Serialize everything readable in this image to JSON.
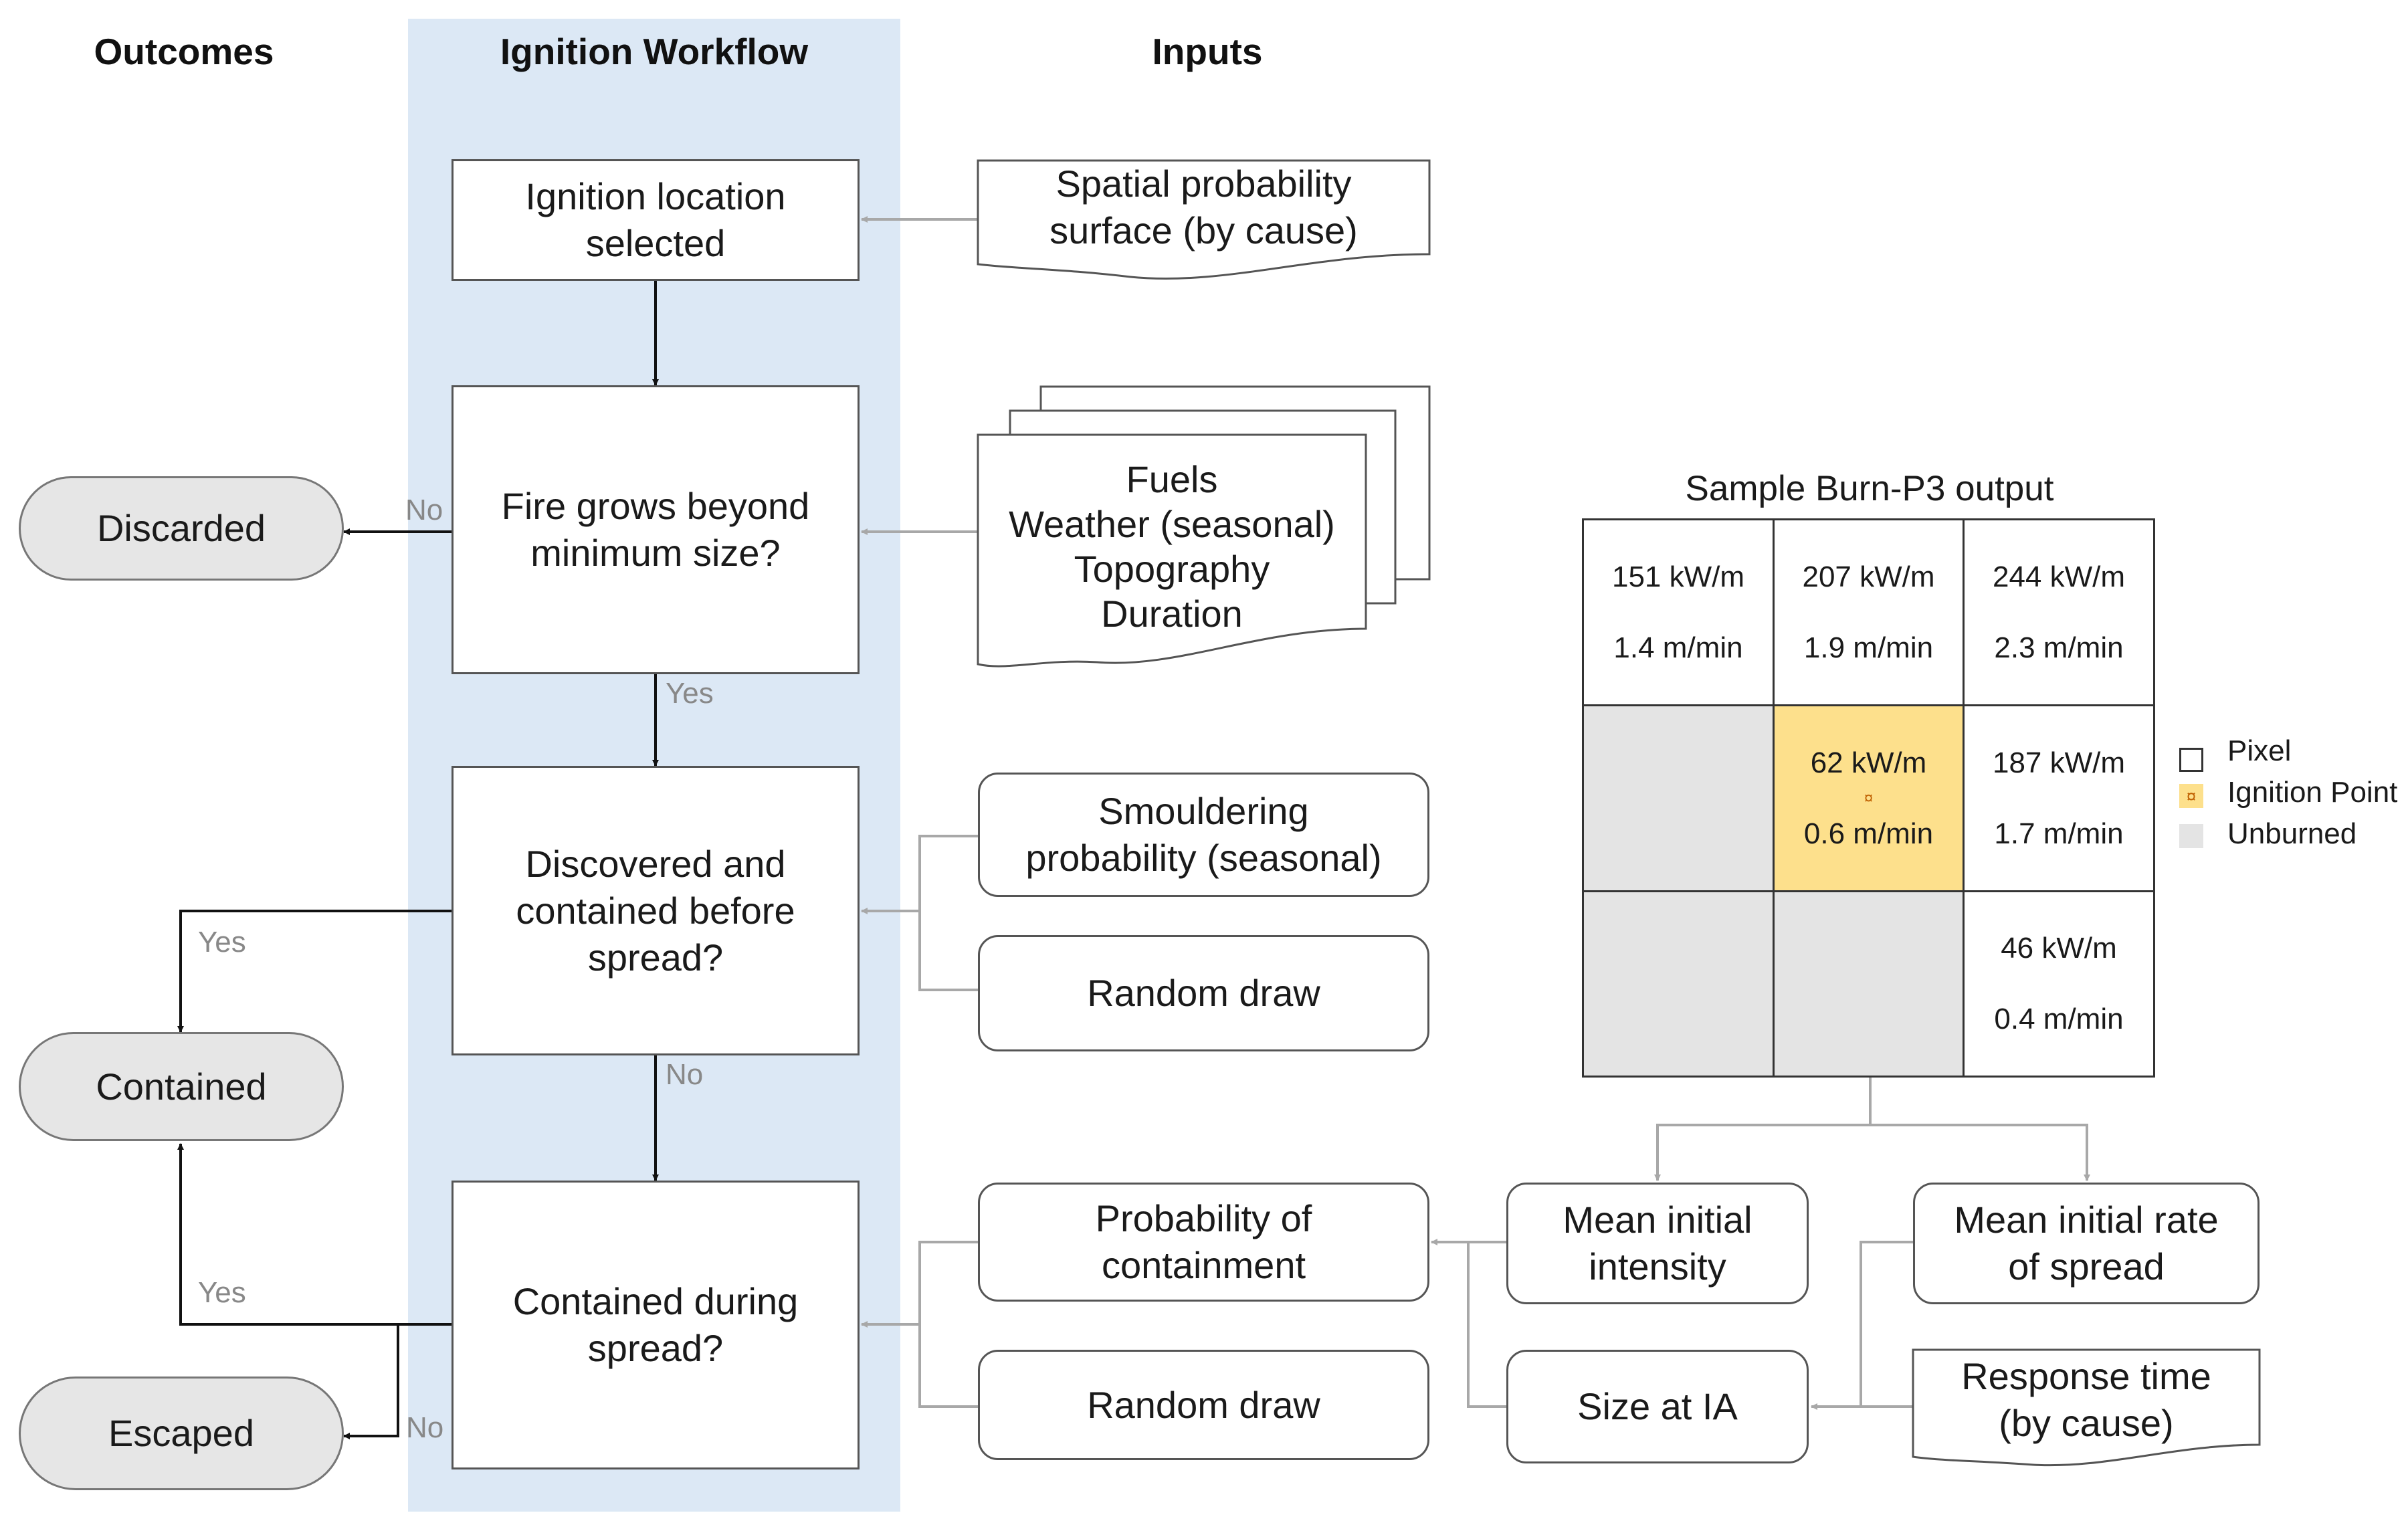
{
  "headers": {
    "outcomes": "Outcomes",
    "workflow": "Ignition Workflow",
    "inputs": "Inputs"
  },
  "workflow": {
    "step1": "Ignition location\nselected",
    "step2": "Fire grows beyond\nminimum size?",
    "step3": "Discovered and\ncontained before\nspread?",
    "step4": "Contained during\nspread?"
  },
  "outcomes": {
    "discarded": "Discarded",
    "contained": "Contained",
    "escaped": "Escaped"
  },
  "inputs": {
    "spatial": "Spatial probability\nsurface (by cause)",
    "fuels_stack": "Fuels\nWeather (seasonal)\nTopography\nDuration",
    "smouldering": "Smouldering\nprobability (seasonal)",
    "random1": "Random draw",
    "prob_containment": "Probability of\ncontainment",
    "random2": "Random draw",
    "mean_intensity": "Mean initial\nintensity",
    "mean_ros": "Mean initial rate\nof spread",
    "size_ia": "Size at IA",
    "response_time": "Response time\n(by cause)"
  },
  "edge_labels": {
    "no1": "No",
    "yes1": "Yes",
    "yes2": "Yes",
    "no2": "No",
    "yes3": "Yes",
    "no3": "No"
  },
  "grid": {
    "title": "Sample Burn-P3 output",
    "cells": [
      {
        "intensity": "151 kW/m",
        "ros": "1.4 m/min",
        "state": "burned"
      },
      {
        "intensity": "207 kW/m",
        "ros": "1.9 m/min",
        "state": "burned"
      },
      {
        "intensity": "244 kW/m",
        "ros": "2.3 m/min",
        "state": "burned"
      },
      {
        "intensity": "",
        "ros": "",
        "state": "unburned"
      },
      {
        "intensity": "62 kW/m",
        "ros": "0.6 m/min",
        "state": "ignition"
      },
      {
        "intensity": "187 kW/m",
        "ros": "1.7 m/min",
        "state": "burned"
      },
      {
        "intensity": "",
        "ros": "",
        "state": "unburned"
      },
      {
        "intensity": "",
        "ros": "",
        "state": "unburned"
      },
      {
        "intensity": "46 kW/m",
        "ros": "0.4 m/min",
        "state": "burned"
      }
    ]
  },
  "legend": {
    "pixel": "Pixel",
    "ignition": "Ignition Point",
    "unburned": "Unburned"
  },
  "colors": {
    "panel": "#dce8f5",
    "ignition": "#fde08c",
    "unburned": "#e4e4e4",
    "pill": "#e6e6e6"
  }
}
